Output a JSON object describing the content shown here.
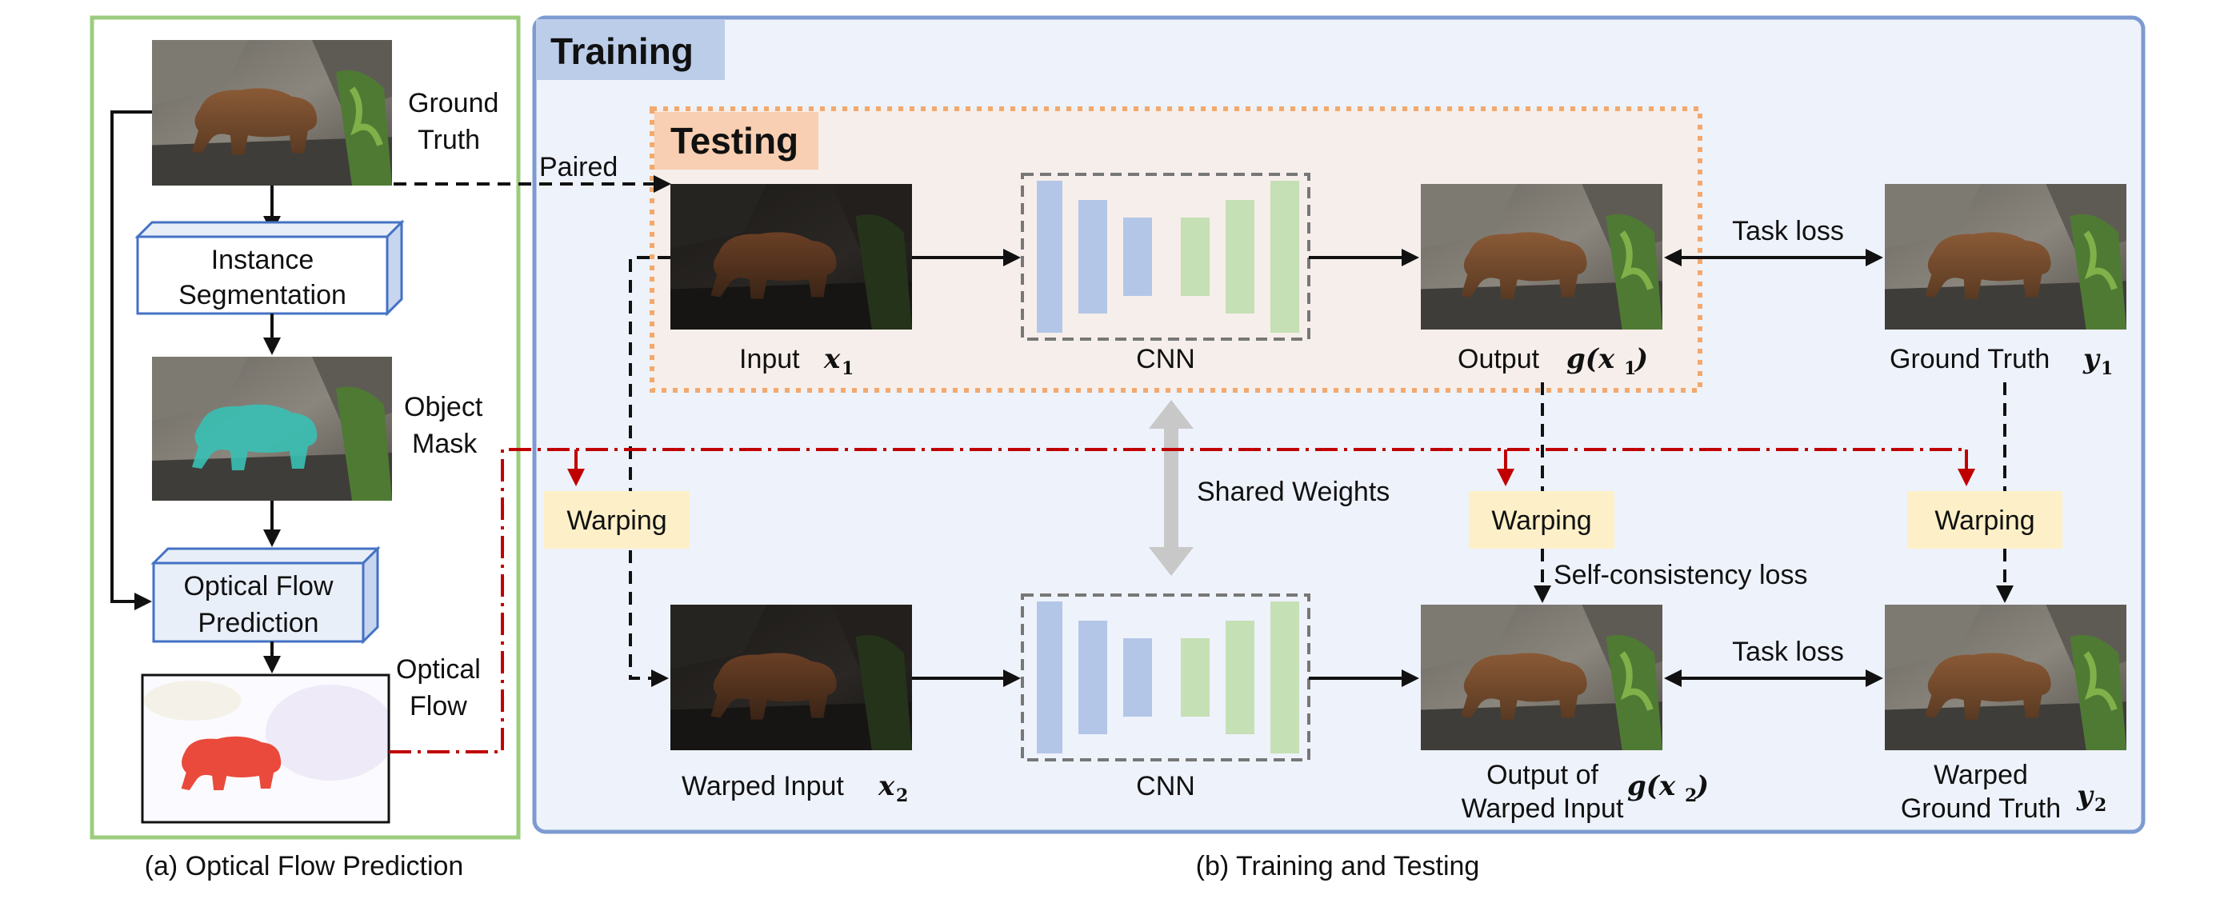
{
  "panel_a": {
    "caption": "(a) Optical Flow Prediction",
    "ground_truth_label": [
      "Ground",
      "Truth"
    ],
    "instance_segmentation_label": [
      "Instance",
      "Segmentation"
    ],
    "object_mask_label": [
      "Object",
      "Mask"
    ],
    "optical_flow_prediction_label": [
      "Optical Flow",
      "Prediction"
    ],
    "optical_flow_label": [
      "Optical",
      "Flow"
    ]
  },
  "panel_b": {
    "caption": "(b) Training and Testing",
    "training_title": "Training",
    "testing_title": "Testing",
    "paired_label": "Paired",
    "shared_weights_label": "Shared Weights",
    "warping_label": "Warping",
    "task_loss_label": "Task  loss",
    "self_consistency_label": "Self-consistency loss",
    "top_row": {
      "input_label": "Input",
      "input_var": "x",
      "input_sub": "1",
      "cnn_label": "CNN",
      "output_label": "Output",
      "output_var": "g(x",
      "output_sub": "1",
      "output_close": ")",
      "gt_label": "Ground Truth",
      "gt_var": "y",
      "gt_sub": "1"
    },
    "bottom_row": {
      "input_label": "Warped Input",
      "input_var": "x",
      "input_sub": "2",
      "cnn_label": "CNN",
      "output_label": [
        "Output of",
        "Warped Input"
      ],
      "output_var": "g(x",
      "output_sub": "2",
      "output_close": ")",
      "gt_label": [
        "Warped",
        "Ground Truth"
      ],
      "gt_var": "y",
      "gt_sub": "2"
    }
  },
  "colors": {
    "panel_a_border": "#9ccc7e",
    "training_border": "#7d9bd0",
    "training_fill": "#eef2fb",
    "testing_border": "#f1a96e",
    "testing_fill": "#f6eeea",
    "title_tab_training": "#bccde9",
    "title_tab_testing": "#f8cfb2",
    "warping_fill": "#fdf0c8",
    "cnn_blue": "#b3c6e7",
    "cnn_green": "#c5e0b4",
    "red_dashdot": "#c00000",
    "shared_arrow": "#c8c8c8"
  }
}
